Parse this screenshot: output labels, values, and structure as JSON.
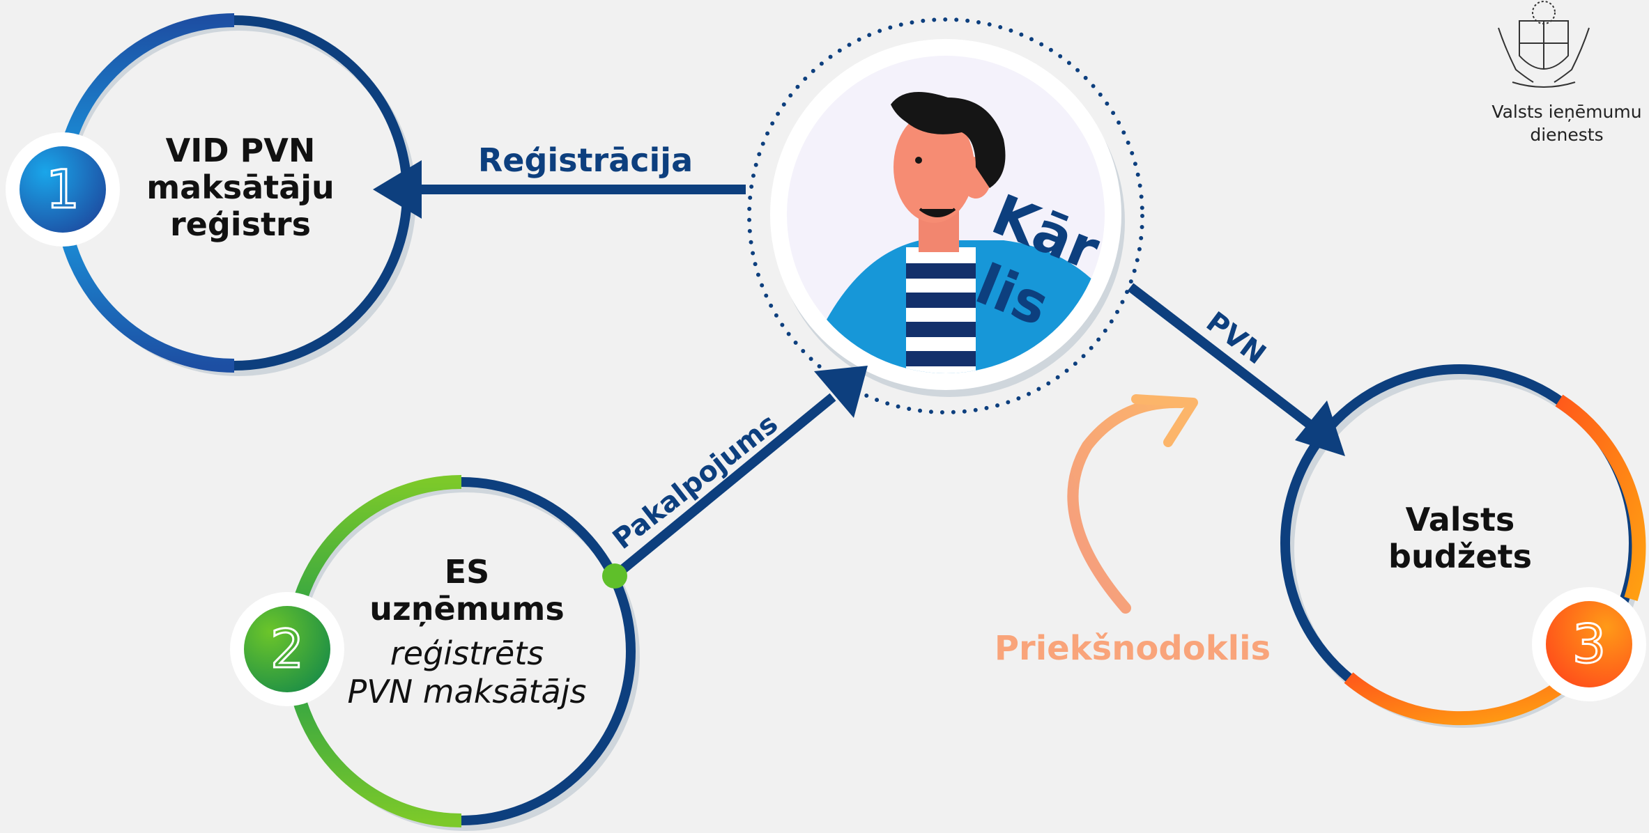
{
  "organization": {
    "name_line1": "Valsts ieņēmumu",
    "name_line2": "dienests",
    "emblem": "coat-of-arms-of-latvia"
  },
  "nodes": {
    "registry": {
      "number": "1",
      "title_line1": "VID PVN",
      "title_line2": "maksātāju",
      "title_line3": "reģistrs",
      "colors": {
        "accent": "#1aa0e6",
        "accent_dark": "#1d4fa3"
      }
    },
    "eu_company": {
      "number": "2",
      "title_line1": "ES",
      "title_line2": "uzņēmums",
      "subtitle_line1": "reģistrēts",
      "subtitle_line2": "PVN maksātājs",
      "colors": {
        "accent": "#66c61f",
        "accent_dark": "#1f9a4a"
      }
    },
    "budget": {
      "number": "3",
      "title_line1": "Valsts",
      "title_line2": "budžets",
      "colors": {
        "accent": "#ff9a10",
        "accent_dark": "#ff5a1a"
      }
    },
    "person": {
      "name_part1": "Kār",
      "name_part2": "lis",
      "icon": "man-avatar-icon"
    }
  },
  "arrows": {
    "registration": "Reģistrācija",
    "service": "Pakalpojums",
    "vat": "PVN"
  },
  "input_tax": {
    "label": "Priekšnodoklis",
    "color": "#f9a47a"
  },
  "colors": {
    "navy": "#0d3f7e",
    "ring_shadow": "#cfd6dc",
    "background": "#f1f1f1"
  }
}
